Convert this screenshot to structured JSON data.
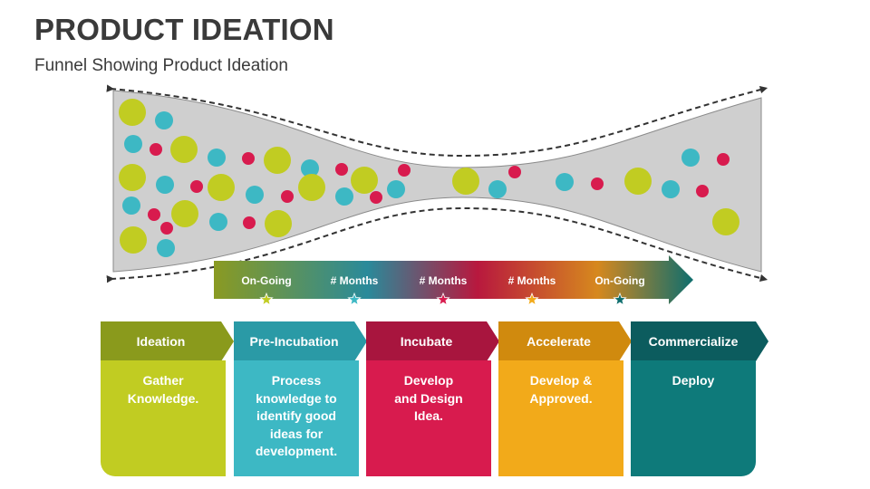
{
  "header": {
    "title": "PRODUCT IDEATION",
    "subtitle": "Funnel Showing Product Ideation"
  },
  "colors": {
    "lime": "#c1cc22",
    "teal": "#3db8c4",
    "crimson": "#d81b4e",
    "funnel_fill": "#cfcfcf"
  },
  "timeline": {
    "labels": [
      "On-Going",
      "# Months",
      "# Months",
      "# Months",
      "On-Going"
    ],
    "gradient": [
      "#8a9a22",
      "#2a8a9a",
      "#b8183e",
      "#d6881e",
      "#0e6e6e"
    ]
  },
  "stages": [
    {
      "name": "Ideation",
      "desc": "Gather\nKnowledge.",
      "head_color": "#8a9a1c",
      "body_color": "#c1cc22",
      "star_color": "#c1cc22"
    },
    {
      "name": "Pre-Incubation",
      "desc": "Process\nknowledge to\nidentify good\nideas for\ndevelopment.",
      "head_color": "#2a9aa6",
      "body_color": "#3db8c4",
      "star_color": "#3db8c4"
    },
    {
      "name": "Incubate",
      "desc": "Develop\nand Design\nIdea.",
      "head_color": "#a8153e",
      "body_color": "#d81b4e",
      "star_color": "#d81b4e"
    },
    {
      "name": "Accelerate",
      "desc": "Develop &\nApproved.",
      "head_color": "#d08a0e",
      "body_color": "#f2aa1a",
      "star_color": "#f2aa1a"
    },
    {
      "name": "Commercialize",
      "desc": "Deploy",
      "head_color": "#0c5c5e",
      "body_color": "#0e7a7a",
      "star_color": "#0e6e6e"
    }
  ]
}
